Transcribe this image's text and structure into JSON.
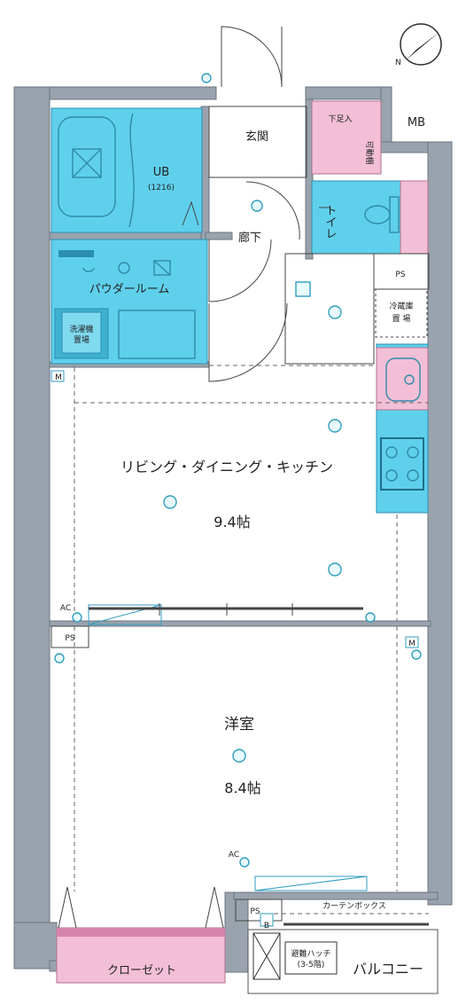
{
  "rooms": {
    "genkan": "玄関",
    "geta": "下足入",
    "kadou": "可動棚",
    "mb": "MB",
    "ub": "UB",
    "ub_size": "(1216)",
    "rouka": "廊下",
    "toilet": "トイレ",
    "ps": "PS",
    "powder": "パウダールーム",
    "washer_line1": "洗濯機",
    "washer_line2": "置場",
    "fridge_line1": "冷蔵庫",
    "fridge_line2": "置 場",
    "ldk": "リビング・ダイニング・キッチン",
    "ldk_size": "9.4帖",
    "youshitsu": "洋室",
    "youshitsu_size": "8.4帖",
    "curtain": "カーテンボックス",
    "closet": "クローゼット",
    "hatch_line1": "避難ハッチ",
    "hatch_line2": "(3-5階)",
    "balcony": "バルコニー",
    "m_mark": "M",
    "ac": "AC",
    "b_mark": "B"
  },
  "colors": {
    "wet_area": "#5fd0ec",
    "storage": "#f3bfd6",
    "wall": "#9aa3ad"
  },
  "icons": [
    "north-arrow-icon",
    "ceiling-light-icon",
    "outlet-icon",
    "door-swing-icon"
  ]
}
